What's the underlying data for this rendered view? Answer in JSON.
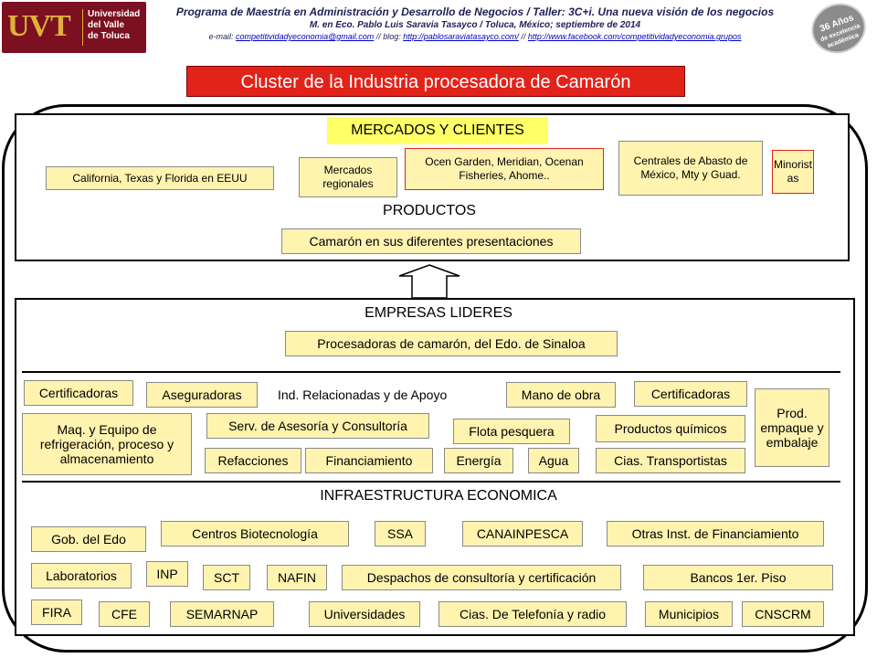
{
  "header": {
    "logo": {
      "mark": "UVT",
      "name_lines": [
        "Universidad",
        "del Valle",
        "de Toluca"
      ]
    },
    "line1": "Programa de Maestría en Administración y Desarrollo de Negocios / Taller: 3C+i. Una nueva visión de los negocios",
    "line2": "M. en Eco. Pablo Luis Saravia Tasayco / Toluca, México; septiembre de 2014",
    "line3_prefix": "e-mail: ",
    "email": "competitividadyeconomia@gmail.com",
    "blog_prefix": " // blog: ",
    "blog": "http://pablosaraviatasayco.com/",
    "fb_prefix": " // ",
    "facebook": "http://www.facebook.com/competitividadyeconomia.grupos",
    "badge_lines": [
      "36 Años",
      "de excelencia",
      "académica"
    ]
  },
  "title": "Cluster de la Industria procesadora de Camarón",
  "mercados": {
    "heading": "MERCADOS Y CLIENTES",
    "items": [
      "California, Texas y Florida en EEUU",
      "Mercados regionales",
      "Ocen Garden, Meridian, Ocenan Fisheries, Ahome..",
      "Centrales de Abasto de México, Mty y Guad.",
      "Minorist as"
    ],
    "productos_label": "PRODUCTOS",
    "producto": "Camarón en sus diferentes presentaciones"
  },
  "empresas": {
    "heading": "EMPRESAS LIDERES",
    "lider": "Procesadoras de camarón, del Edo. de Sinaloa",
    "apoyo_label": "Ind. Relacionadas y de Apoyo",
    "apoyo": {
      "certificadoras_1": "Certificadoras",
      "aseguradoras": "Aseguradoras",
      "mano_obra": "Mano de obra",
      "certificadoras_2": "Certificadoras",
      "prod_empaque": "Prod. empaque y embalaje",
      "maq_equipo": "Maq. y Equipo de refrigeración, proceso y almacenamiento",
      "serv_asesoria": "Serv. de Asesoría y Consultoría",
      "flota": "Flota pesquera",
      "quimicos": "Productos químicos",
      "refacciones": "Refacciones",
      "financiamiento": "Financiamiento",
      "energia": "Energía",
      "agua": "Agua",
      "transportistas": "Cias. Transportistas"
    },
    "infra_label": "INFRAESTRUCTURA ECONOMICA",
    "infra": {
      "gob_edo": "Gob. del Edo",
      "centros_biotec": "Centros Biotecnología",
      "ssa": "SSA",
      "canainpesca": "CANAINPESCA",
      "otras_inst": "Otras Inst. de Financiamiento",
      "laboratorios": "Laboratorios",
      "inp": "INP",
      "sct": "SCT",
      "nafin": "NAFIN",
      "despachos": "Despachos de consultoría y certificación",
      "bancos": "Bancos 1er. Piso",
      "fira": "FIRA",
      "cfe": "CFE",
      "semarnap": "SEMARNAP",
      "universidades": "Universidades",
      "telefonia": "Cias. De Telefonía y radio",
      "municipios": "Municipios",
      "cnscrm": "CNSCRM"
    }
  },
  "colors": {
    "title_bg": "#e2231a",
    "box_bg": "#fff3b0",
    "logo_bg": "#7a1020",
    "logo_accent": "#e0b13a"
  }
}
